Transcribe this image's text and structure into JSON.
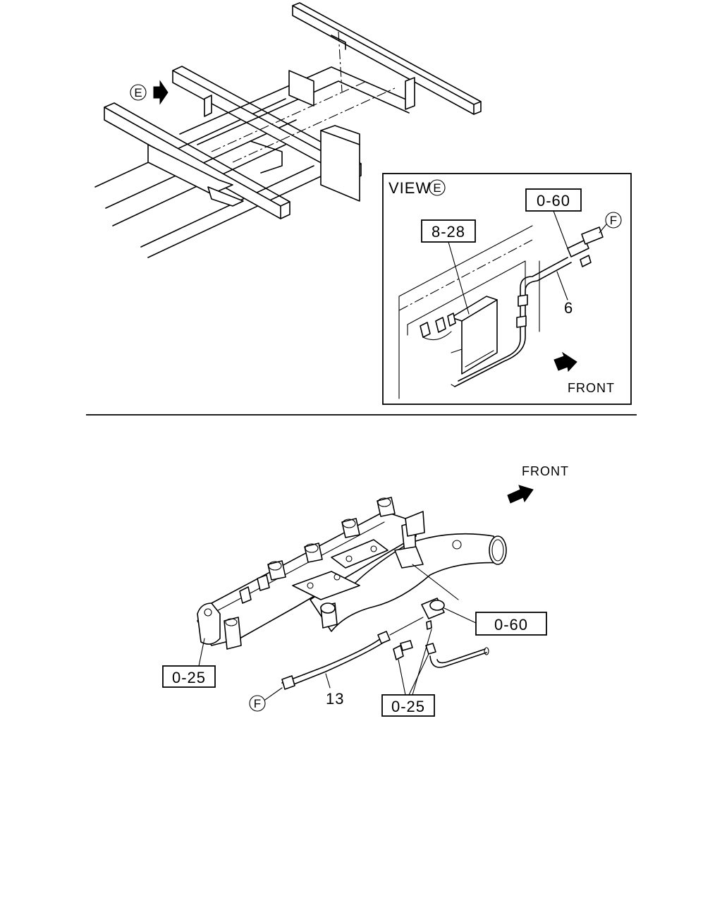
{
  "top_section": {
    "view_marker": "E",
    "inset": {
      "view_label": "VIEW",
      "view_marker": "E",
      "ref_box_upper": "0-60",
      "ref_box_lower": "8-28",
      "part_number": "6",
      "connector_marker": "F",
      "direction_label": "FRONT"
    }
  },
  "bottom_section": {
    "direction_label": "FRONT",
    "ref_box_right": "0-60",
    "ref_box_left": "0-25",
    "ref_box_bottom": "0-25",
    "part_number": "13",
    "connector_marker": "F"
  }
}
